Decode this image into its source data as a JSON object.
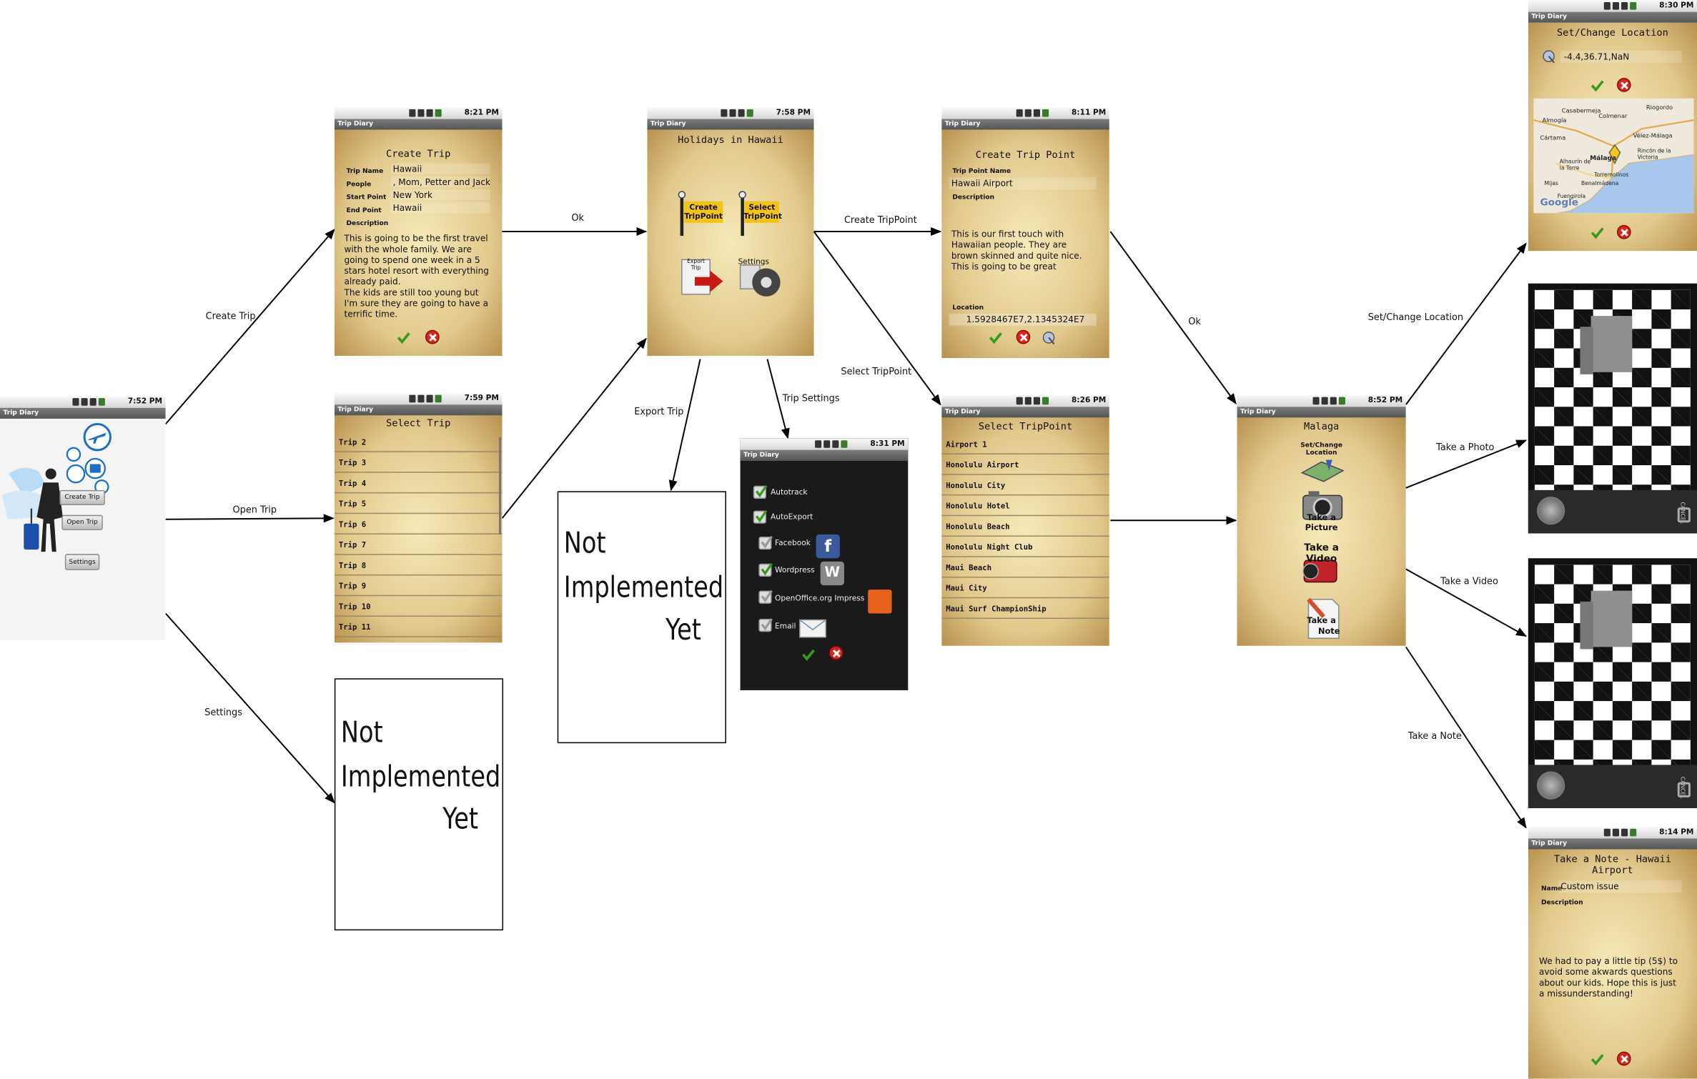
{
  "app_title": "Trip Diary",
  "screens": {
    "main": {
      "time": "7:52 PM",
      "buttons": {
        "create_trip": "Create Trip",
        "open_trip": "Open Trip",
        "settings": "Settings"
      }
    },
    "create_trip": {
      "time": "8:21 PM",
      "title": "Create Trip",
      "labels": {
        "trip_name": "Trip Name",
        "people": "People",
        "start_point": "Start Point",
        "end_point": "End Point",
        "description": "Description"
      },
      "values": {
        "trip_name": "Hawaii",
        "people": ", Mom, Petter and Jack",
        "start_point": "New York",
        "end_point": "Hawaii"
      },
      "description_lines": [
        "This is going to be the first travel",
        "with the whole family. We are",
        "going to spend one week in a 5",
        "stars hotel resort with everything",
        "already paid.",
        "The kids are still too young but",
        "I'm sure they are going to have a",
        "terrific time."
      ]
    },
    "select_trip": {
      "time": "7:59 PM",
      "title": "Select Trip",
      "items": [
        "Trip 2",
        "Trip 3",
        "Trip 4",
        "Trip 5",
        "Trip 6",
        "Trip 7",
        "Trip 8",
        "Trip 9",
        "Trip 10",
        "Trip 11"
      ]
    },
    "trip_menu": {
      "time": "7:58 PM",
      "title": "Holidays in Hawaii",
      "items": {
        "create_trippoint": "Create TripPoint",
        "select_trippoint": "Select TripPoint",
        "export_trip": "Export Trip",
        "settings": "Settings"
      }
    },
    "trip_settings": {
      "time": "8:31 PM",
      "options": [
        "Autotrack",
        "AutoExport",
        "Facebook",
        "Wordpress",
        "OpenOffice.org Impress",
        "Email"
      ]
    },
    "create_trippoint": {
      "time": "8:11 PM",
      "title": "Create Trip Point",
      "labels": {
        "name": "Trip Point Name",
        "description": "Description",
        "location": "Location"
      },
      "name_value": "Hawaii Airport",
      "description_lines": [
        "This is our first touch with",
        "Hawaiian people. They are",
        "brown skinned and quite nice.",
        "This is going to be great"
      ],
      "location_value": "1.5928467E7,2.1345324E7"
    },
    "select_trippoint": {
      "time": "8:26 PM",
      "title": "Select TripPoint",
      "items": [
        "Airport 1",
        "Honolulu Airport",
        "Honolulu City",
        "Honolulu Hotel",
        "Honolulu Beach",
        "Honolulu Night Club",
        "Maui Beach",
        "Maui City",
        "Maui Surf ChampionShip"
      ]
    },
    "trippoint_menu": {
      "time": "8:52 PM",
      "title": "Malaga",
      "items": {
        "set_location_1": "Set/Change",
        "set_location_2": "Location",
        "take_picture_1": "Take a",
        "take_picture_2": "Picture",
        "take_video_1": "Take a",
        "take_video_2": "Video",
        "take_note_1": "Take a",
        "take_note_2": "Note"
      }
    },
    "set_location": {
      "time": "8:30 PM",
      "title": "Set/Change Location",
      "coords": "-4.4,36.71,NaN",
      "map_labels": [
        "Casabermeja",
        "Almogía",
        "Colmenar",
        "Riogordo",
        "Cártama",
        "Málaga",
        "Vélez-Málaga",
        "Alhaurín de la Torre",
        "Rincón de la Victoria",
        "Torremolinos",
        "Benalmádena",
        "Fuengirola",
        "Mijas",
        "Google"
      ]
    },
    "camera_photo": {
      "cancel": "CANCEL"
    },
    "camera_video": {
      "cancel": "CANCEL"
    },
    "take_note": {
      "time": "8:14 PM",
      "title_1": "Take a Note - Hawaii",
      "title_2": "Airport",
      "labels": {
        "name": "Name",
        "description": "Description"
      },
      "name_value": "Custom issue",
      "description_lines": [
        "We had to pay a little tip (5$) to",
        "avoid some akwards questions",
        "about our kids. Hope this is just",
        "a missunderstanding!"
      ]
    }
  },
  "not_implemented": {
    "line1": "Not",
    "line2": "Implemented",
    "line3": "Yet"
  },
  "edges": {
    "create_trip": "Create Trip",
    "open_trip": "Open Trip",
    "settings": "Settings",
    "ok_1": "Ok",
    "export_trip": "Export Trip",
    "trip_settings": "Trip Settings",
    "create_trippoint": "Create TripPoint",
    "select_trippoint": "Select TripPoint",
    "ok_2": "Ok",
    "set_change_location": "Set/Change Location",
    "take_photo": "Take a Photo",
    "take_video": "Take a Video",
    "take_note": "Take a Note"
  }
}
